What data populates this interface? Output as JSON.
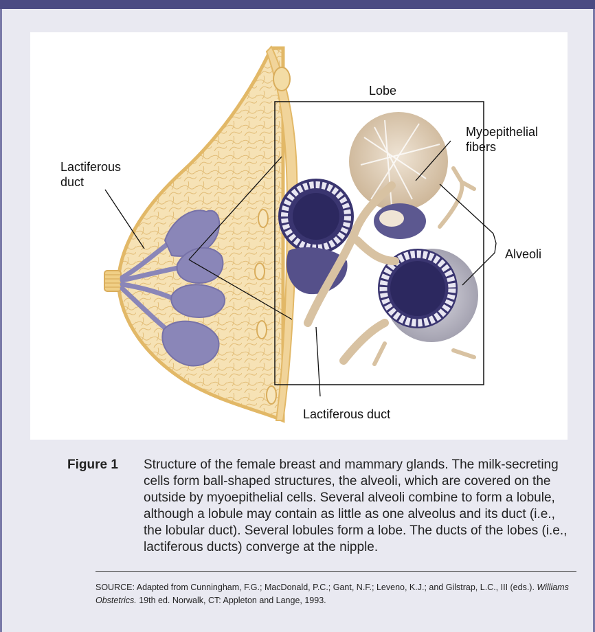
{
  "labels": {
    "lobe": "Lobe",
    "myo_line1": "Myoepithelial",
    "myo_line2": "fibers",
    "lact_left_line1": "Lactiferous",
    "lact_left_line2": "duct",
    "alveoli": "Alveoli",
    "lact_bottom": "Lactiferous duct"
  },
  "caption": {
    "label": "Figure 1",
    "text": "Structure of the female breast and mammary glands. The milk-secreting cells form ball-shaped structures, the alveoli, which are covered on the outside by myoepithelial cells. Several alveoli combine to form a lobule, although a lobule may contain as little as one alveolus and its duct (i.e., the lobular duct). Several lobules form a lobe. The ducts of the lobes (i.e., lactiferous ducts) converge at the nipple."
  },
  "source": {
    "prefix": "SOURCE: Adapted from Cunningham, F.G.; MacDonald, P.C.; Gant, N.F.; Leveno, K.J.; and Gilstrap, L.C., III (eds.). ",
    "title": "Williams Obstetrics.",
    "suffix": " 19th ed. Norwalk, CT: Appleton and Lange, 1993."
  },
  "colors": {
    "frame_bg": "#e9e9f1",
    "header_bar": "#4b4b83",
    "breast_tissue": "#f3d9a2",
    "breast_outline": "#e2b867",
    "lobe_purple": "#8a86b8",
    "alveolus_dark": "#3a3570"
  }
}
